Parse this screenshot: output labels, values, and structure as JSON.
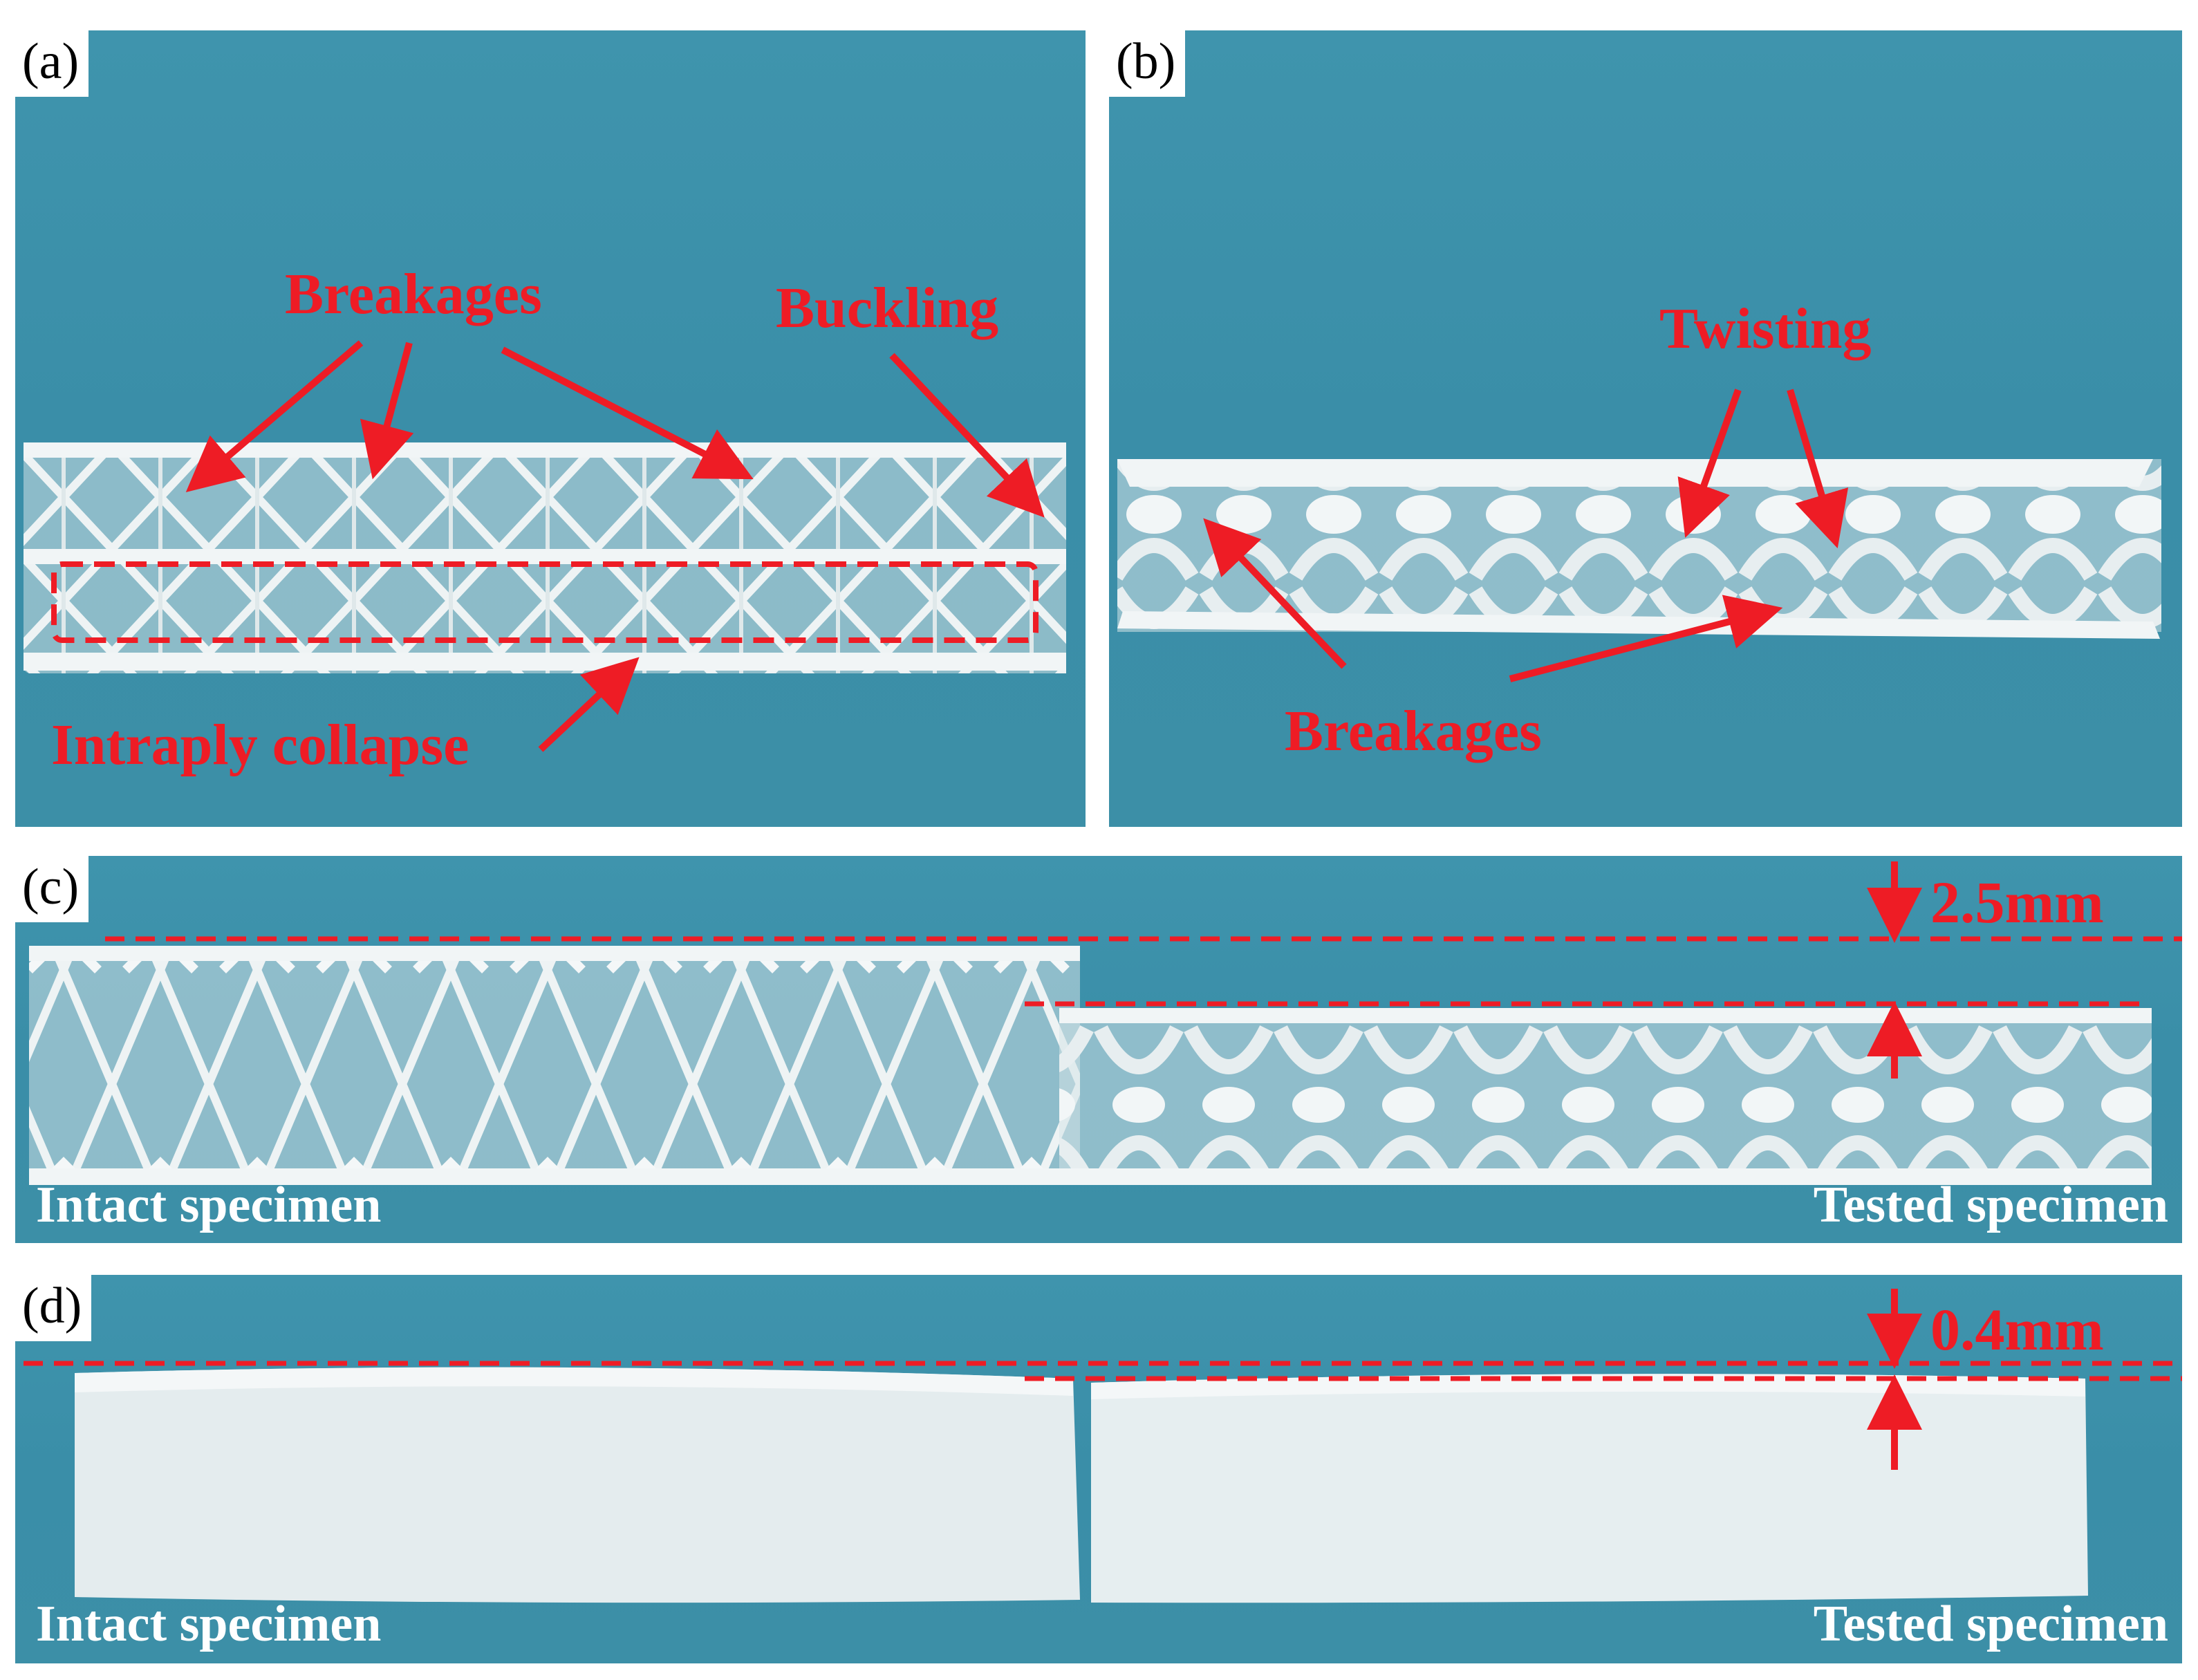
{
  "panels": {
    "a": {
      "label": "(a)",
      "annotations": {
        "breakages": "Breakages",
        "buckling": "Buckling",
        "intraply_collapse": "Intraply collapse"
      }
    },
    "b": {
      "label": "(b)",
      "annotations": {
        "twisting": "Twisting",
        "breakages": "Breakages"
      }
    },
    "c": {
      "label": "(c)",
      "dimension": "2.5mm",
      "left_caption": "Intact specimen",
      "right_caption": "Tested specimen"
    },
    "d": {
      "label": "(d)",
      "dimension": "0.4mm",
      "left_caption": "Intact specimen",
      "right_caption": "Tested specimen"
    }
  },
  "colors": {
    "background": "#3d91aa",
    "annotation": "#ee1c25",
    "specimen": "#e8eef0",
    "caption": "#ffffff"
  }
}
